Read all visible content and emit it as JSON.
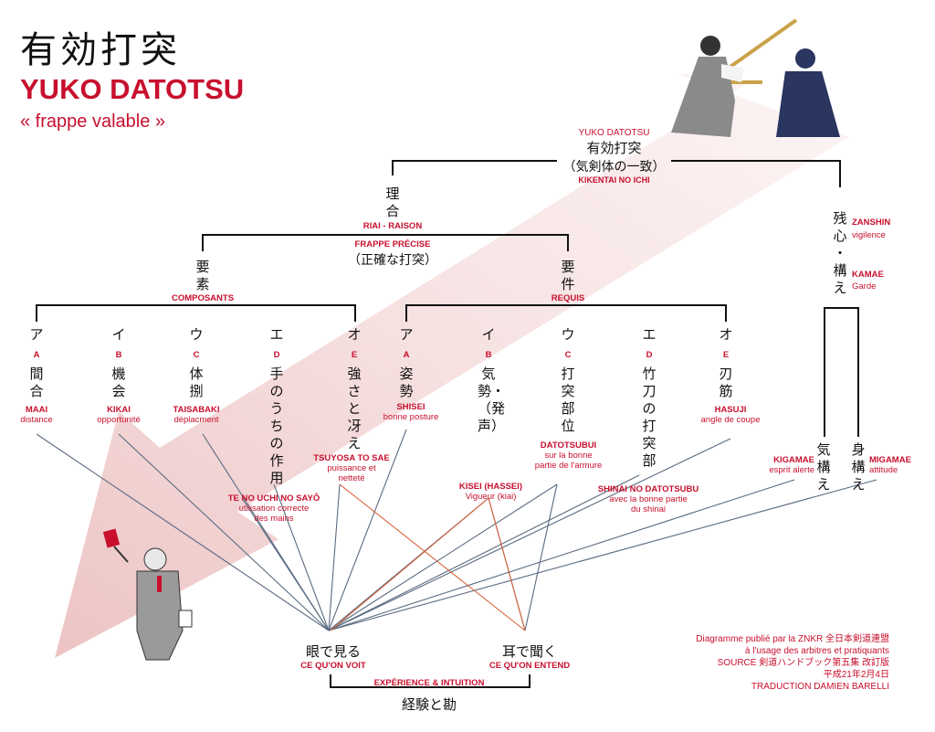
{
  "header": {
    "title_jp": "有効打突",
    "title": "YUKO DATOTSU",
    "subtitle": "« frappe valable »"
  },
  "root": {
    "label_fr": "YUKO DATOTSU",
    "label_jp": "有効打突",
    "paren_jp": "（気剣体の一致）",
    "sub_fr": "KIKENTAI NO ICHI"
  },
  "riai": {
    "jp_chars": [
      "理",
      "合"
    ],
    "fr": "RIAI - RAISON",
    "precise_fr": "FRAPPE PRÉCISE",
    "precise_jp": "（正確な打突）"
  },
  "zanshin": {
    "jp_chars": [
      "残",
      "心",
      "・",
      "構",
      "え"
    ],
    "fr1": "ZANSHIN",
    "fr1b": "vigilence",
    "fr2": "KAMAE",
    "fr2b": "Garde"
  },
  "yoso": {
    "jp_chars": [
      "要",
      "素"
    ],
    "fr": "COMPOSANTS"
  },
  "yoken": {
    "jp_chars": [
      "要",
      "件"
    ],
    "fr": "REQUIS"
  },
  "composants": [
    {
      "kana": "ア",
      "letter": "A",
      "jp": "間合",
      "fr_title": "MAAI",
      "fr_desc": "distance"
    },
    {
      "kana": "イ",
      "letter": "B",
      "jp": "機会",
      "fr_title": "KIKAI",
      "fr_desc": "opportunité"
    },
    {
      "kana": "ウ",
      "letter": "C",
      "jp": "体捌",
      "fr_title": "TAISABAKI",
      "fr_desc": "déplacment"
    },
    {
      "kana": "エ",
      "letter": "D",
      "jp": "手のうちの作用",
      "fr_title": "TE NO UCHI NO SAYÔ",
      "fr_desc": "utilisation correcte",
      "fr_desc2": "des mains"
    },
    {
      "kana": "オ",
      "letter": "E",
      "jp": "強さと冴え",
      "fr_title": "TSUYOSA TO SAE",
      "fr_desc": "puissance et",
      "fr_desc2": "netteté"
    }
  ],
  "requis": [
    {
      "kana": "ア",
      "letter": "A",
      "jp": "姿勢",
      "fr_title": "SHISEI",
      "fr_desc": "bonne posture"
    },
    {
      "kana": "イ",
      "letter": "B",
      "jp": "気勢・（発声）",
      "fr_title": "KISEI (HASSEI)",
      "fr_desc": "Vigueur (kiai)"
    },
    {
      "kana": "ウ",
      "letter": "C",
      "jp": "打突部位",
      "fr_title": "DATOTSUBUI",
      "fr_desc": "sur la bonne",
      "fr_desc2": "partie de l'armure"
    },
    {
      "kana": "エ",
      "letter": "D",
      "jp": "竹刀の打突部",
      "fr_title": "SHINAI NO DATOTSUBU",
      "fr_desc": "avec la bonne partie",
      "fr_desc2": "du shinai"
    },
    {
      "kana": "オ",
      "letter": "E",
      "jp": "刃筋",
      "fr_title": "HASUJI",
      "fr_desc": "angle de coupe"
    }
  ],
  "kigamae": {
    "jp": "気構え",
    "fr_title": "KIGAMAE",
    "fr_desc": "esprit alerte"
  },
  "migamae": {
    "jp": "身構え",
    "fr_title": "MIGAMAE",
    "fr_desc": "attitude"
  },
  "eyes": {
    "jp": "眼で見る",
    "fr": "CE QU'ON VOIT"
  },
  "ears": {
    "jp": "耳で聞く",
    "fr": "CE QU'ON ENTEND"
  },
  "experience": {
    "fr": "EXPÉRIENCE & INTUITION",
    "jp": "経験と勘"
  },
  "credits": {
    "line1": "Diagramme publié par la ZNKR 全日本剣道連盟",
    "line2": "à l'usage des arbitres et pratiquants",
    "line3": "SOURCE 剣道ハンドブック第五集 改訂版",
    "line4": "平成21年2月4日",
    "line5": "TRADUCTION DAMIEN BARELLI"
  },
  "colors": {
    "accent": "#c8102e",
    "lines_gray": "#5a6b80",
    "lines_orange": "#d9643a",
    "arrow": "#efc9c9"
  },
  "figures": [
    "kendoka-fighters-illustration",
    "referee-with-flag-illustration"
  ]
}
